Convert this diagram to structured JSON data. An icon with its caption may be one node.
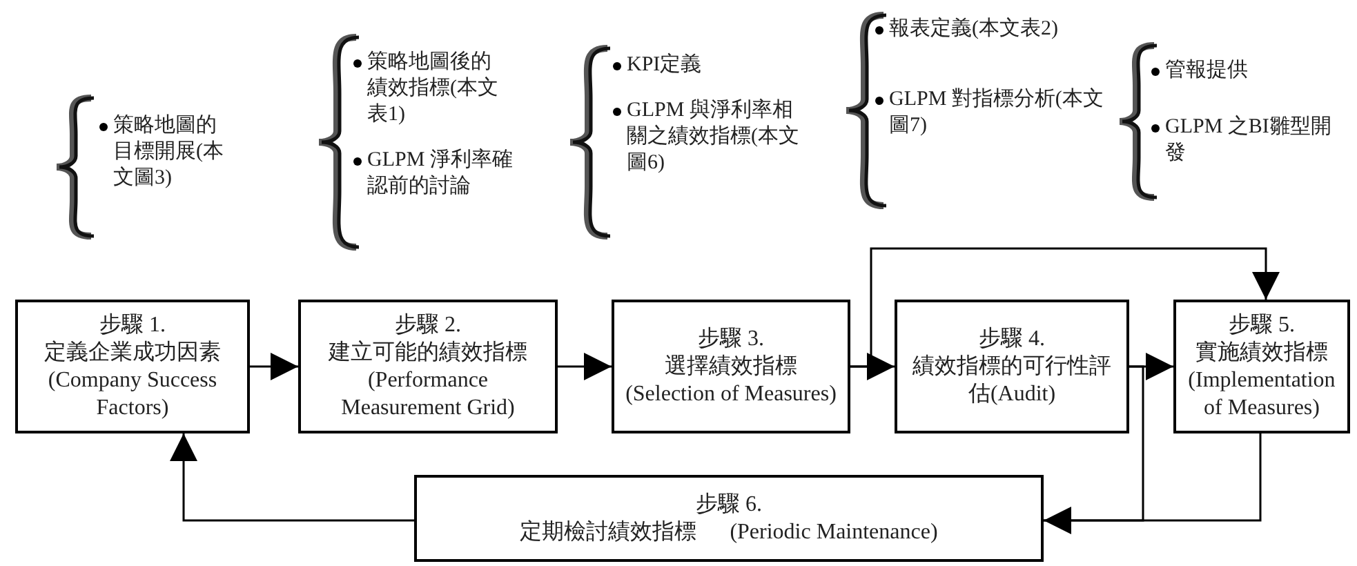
{
  "diagram": {
    "nodes": [
      {
        "text": [
          "步驟 1.",
          "定義企業成功因素",
          "(Company Success Factors)"
        ]
      },
      {
        "text": [
          "步驟 2.",
          "建立可能的績效指標",
          "(Performance Measurement Grid)"
        ]
      },
      {
        "text": [
          "步驟 3.",
          "選擇績效指標",
          "(Selection of Measures)"
        ]
      },
      {
        "text": [
          "步驟 4.",
          "績效指標的可行性評估(Audit)"
        ]
      },
      {
        "text": [
          "步驟 5.",
          "實施績效指標",
          "(Implementation of Measures)"
        ]
      },
      {
        "text": [
          "步驟 6.",
          "定期檢討績效指標",
          "(Periodic Maintenance)"
        ]
      }
    ],
    "edges": [
      {
        "from": 0,
        "to": 1,
        "arrow": "to"
      },
      {
        "from": 1,
        "to": 2,
        "arrow": "to"
      },
      {
        "from": 2,
        "to": 3,
        "arrow": "to"
      },
      {
        "from": 2,
        "to": 4,
        "arrow": "to"
      },
      {
        "from": 3,
        "to": 4,
        "arrow": "to"
      },
      {
        "from": 3,
        "to": 5,
        "arrow": "to"
      },
      {
        "from": 4,
        "to": 5,
        "arrow": "none"
      },
      {
        "from": 5,
        "to": 0,
        "arrow": "to"
      }
    ],
    "labels": [
      "策略地圖的目標開展(本文圖3)",
      "策略地圖後的績效指標(本文表1)",
      "GLPM 淨利率確認前的討論",
      "KPI定義",
      "GLPM 與淨利率相關之績效指標(本文圖6)",
      "報表定義(本文表2)",
      "GLPM 對指標分析(本文圖7)",
      "管報提供",
      "GLPM 之BI雛型開發"
    ]
  }
}
